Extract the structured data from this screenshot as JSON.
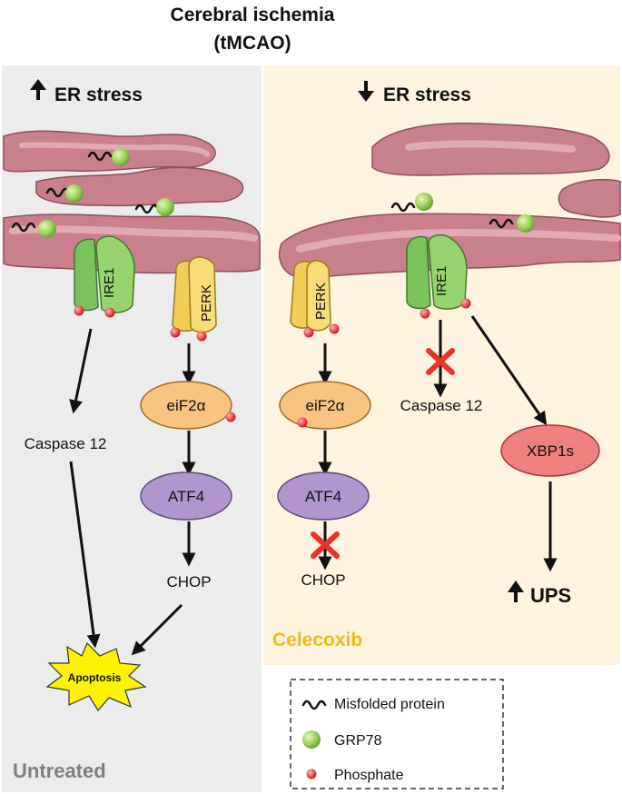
{
  "title": {
    "line1": "Cerebral ischemia",
    "line2": "(tMCAO)"
  },
  "left_panel": {
    "header": "ER stress",
    "header_arrow": "up-arrow",
    "condition_label": "Untreated",
    "bg_color": "#ececec",
    "receptors": {
      "ire1": "IRE1",
      "perk": "PERK"
    },
    "nodes": {
      "eif2a": "eiF2α",
      "atf4": "ATF4",
      "chop": "CHOP",
      "caspase12": "Caspase 12",
      "apoptosis": "Apoptosis"
    }
  },
  "right_panel": {
    "header": "ER stress",
    "header_arrow": "down-arrow",
    "condition_label": "Celecoxib",
    "bg_color": "#fdf3df",
    "receptors": {
      "perk": "PERK",
      "ire1": "IRE1"
    },
    "nodes": {
      "eif2a": "eiF2α",
      "atf4": "ATF4",
      "chop": "CHOP",
      "caspase12": "Caspase 12",
      "xbp1s": "XBP1s",
      "ups": "UPS"
    }
  },
  "legend": {
    "misfolded": "Misfolded protein",
    "grp78": "GRP78",
    "phosphate": "Phosphate"
  },
  "colors": {
    "er": "#c9808c",
    "er_light": "#e2aab3",
    "ire1": "#7cc25a",
    "perk": "#f2cc55",
    "eif2a": "#f7c37f",
    "atf4": "#b096cc",
    "xbp1s": "#f07f7f",
    "block_x": "#e8332a",
    "celecoxib": "#f5b81c",
    "untreated": "#7f7f7f",
    "apoptosis": "#fff200"
  }
}
